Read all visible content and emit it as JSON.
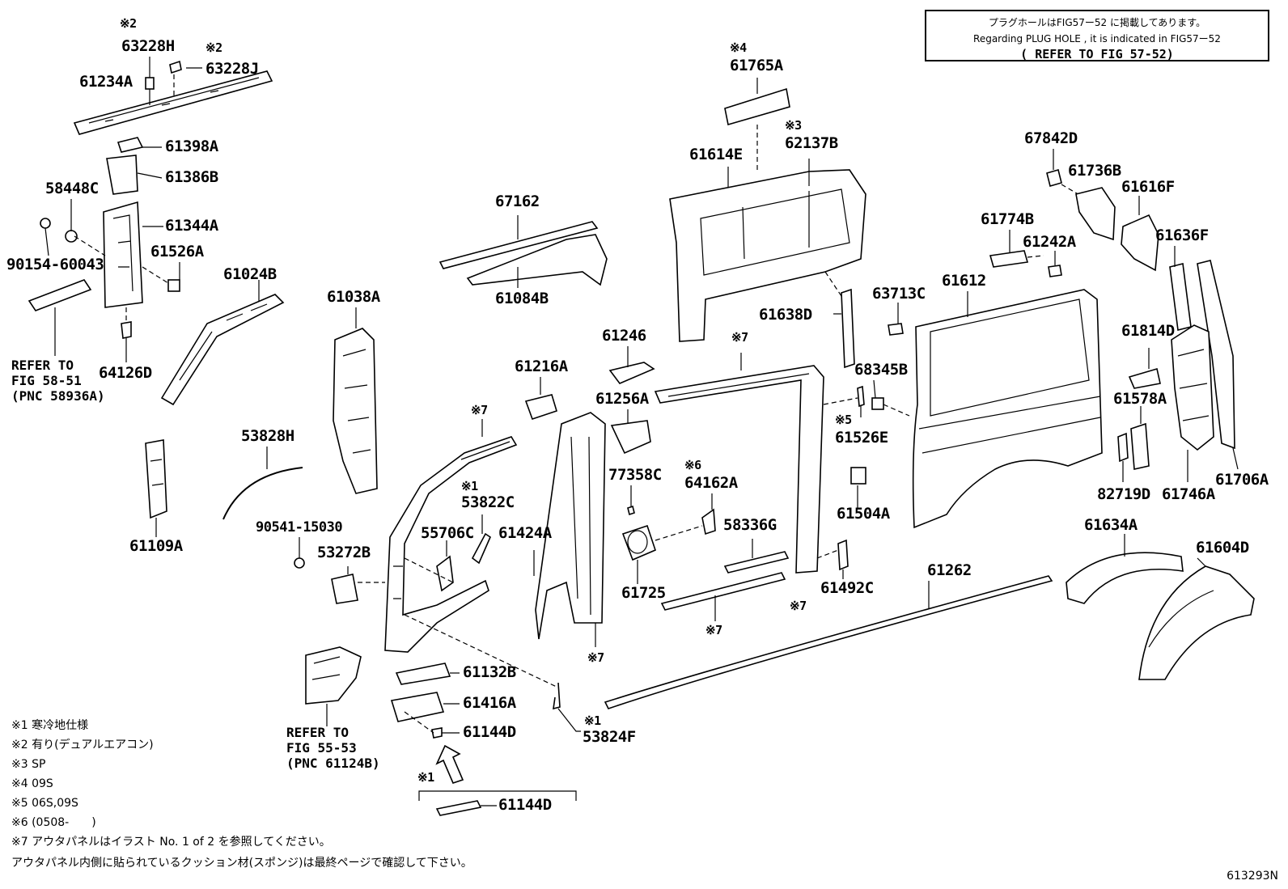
{
  "notice": {
    "line_jp": "プラグホールはFIG57ー52 に掲載してあります。",
    "line_en": "Regarding PLUG HOLE , it is indicated in FIG57ー52",
    "line_ref": "( REFER TO FIG 57-52)"
  },
  "labels": [
    {
      "id": "63228H",
      "text": "63228H",
      "mark": "※2"
    },
    {
      "id": "63228J",
      "text": "63228J",
      "mark": "※2"
    },
    {
      "id": "61234A",
      "text": "61234A"
    },
    {
      "id": "61398A",
      "text": "61398A"
    },
    {
      "id": "61386B",
      "text": "61386B"
    },
    {
      "id": "58448C",
      "text": "58448C"
    },
    {
      "id": "61344A",
      "text": "61344A"
    },
    {
      "id": "90154-60043",
      "text": "90154-60043"
    },
    {
      "id": "61526A",
      "text": "61526A"
    },
    {
      "id": "61024B",
      "text": "61024B"
    },
    {
      "id": "64126D",
      "text": "64126D"
    },
    {
      "id": "61038A",
      "text": "61038A"
    },
    {
      "id": "67162",
      "text": "67162"
    },
    {
      "id": "61084B",
      "text": "61084B"
    },
    {
      "id": "61765A",
      "text": "61765A",
      "mark": "※4"
    },
    {
      "id": "62137B",
      "text": "62137B",
      "mark": "※3"
    },
    {
      "id": "61614E",
      "text": "61614E"
    },
    {
      "id": "67842D",
      "text": "67842D"
    },
    {
      "id": "61736B",
      "text": "61736B"
    },
    {
      "id": "61616F",
      "text": "61616F"
    },
    {
      "id": "61774B",
      "text": "61774B"
    },
    {
      "id": "61242A",
      "text": "61242A"
    },
    {
      "id": "61636F",
      "text": "61636F"
    },
    {
      "id": "63713C",
      "text": "63713C"
    },
    {
      "id": "61612",
      "text": "61612"
    },
    {
      "id": "61638D",
      "text": "61638D"
    },
    {
      "id": "61246",
      "text": "61246"
    },
    {
      "id": "61216A",
      "text": "61216A"
    },
    {
      "id": "61256A",
      "text": "61256A"
    },
    {
      "id": "68345B",
      "text": "68345B"
    },
    {
      "id": "61814D",
      "text": "61814D"
    },
    {
      "id": "61578A",
      "text": "61578A"
    },
    {
      "id": "61526E",
      "text": "61526E",
      "mark": "※5"
    },
    {
      "id": "77358C",
      "text": "77358C"
    },
    {
      "id": "64162A",
      "text": "64162A",
      "mark": "※6"
    },
    {
      "id": "61504A",
      "text": "61504A"
    },
    {
      "id": "82719D",
      "text": "82719D"
    },
    {
      "id": "61746A",
      "text": "61746A"
    },
    {
      "id": "61706A",
      "text": "61706A"
    },
    {
      "id": "53828H",
      "text": "53828H"
    },
    {
      "id": "61109A",
      "text": "61109A"
    },
    {
      "id": "53822C",
      "text": "53822C",
      "mark": "※1"
    },
    {
      "id": "90541-15030",
      "text": "90541-15030"
    },
    {
      "id": "53272B",
      "text": "53272B"
    },
    {
      "id": "55706C",
      "text": "55706C"
    },
    {
      "id": "61424A",
      "text": "61424A"
    },
    {
      "id": "58336G",
      "text": "58336G"
    },
    {
      "id": "61725",
      "text": "61725"
    },
    {
      "id": "61492C",
      "text": "61492C"
    },
    {
      "id": "61262",
      "text": "61262"
    },
    {
      "id": "61634A",
      "text": "61634A"
    },
    {
      "id": "61604D",
      "text": "61604D"
    },
    {
      "id": "61132B",
      "text": "61132B"
    },
    {
      "id": "61416A",
      "text": "61416A"
    },
    {
      "id": "61144D-a",
      "text": "61144D"
    },
    {
      "id": "53824F",
      "text": "53824F",
      "mark": "※1"
    },
    {
      "id": "61144D-b",
      "text": "61144D"
    }
  ],
  "marks": {
    "m7": "※7",
    "m1": "※1"
  },
  "refs": {
    "ref1": [
      "REFER TO",
      "FIG 58-51",
      "(PNC 58936A)"
    ],
    "ref2": [
      "REFER TO",
      "FIG 55-53",
      "(PNC 61124B)"
    ]
  },
  "footnotes": [
    "※1 寒冷地仕様",
    "※2 有り(デュアルエアコン)",
    "※3 SP",
    "※4 09S",
    "※5 06S,09S",
    "※6 (0508-　　)",
    "※7 アウタパネルはイラスト No. 1 of 2 を参照してください。",
    "アウタパネル内側に貼られているクッション材(スポンジ)は最終ページで確認して下さい。"
  ],
  "figure_id": "613293N"
}
